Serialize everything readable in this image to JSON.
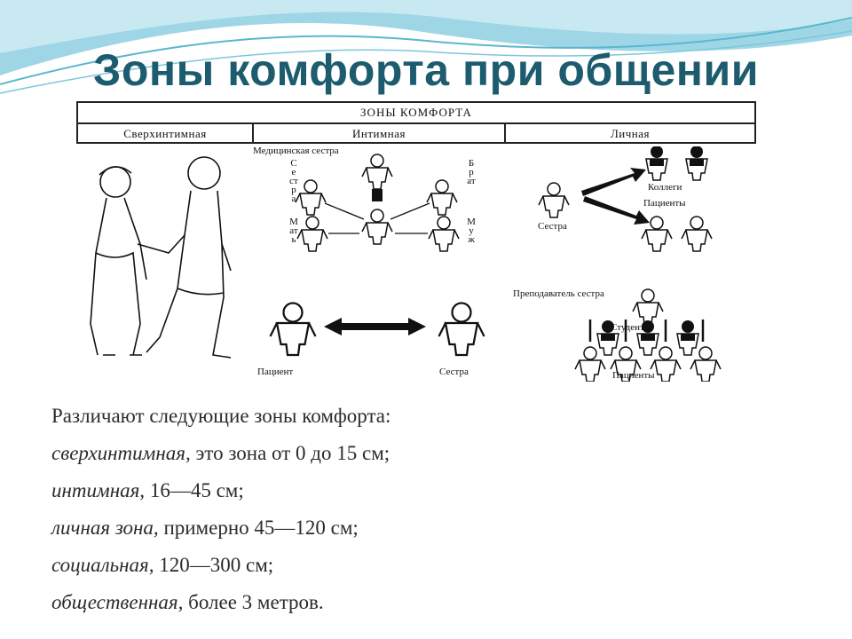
{
  "slide": {
    "title": "Зоны комфорта при общении"
  },
  "table": {
    "header": "ЗОНЫ КОМФОРТА",
    "columns": [
      "Сверхинтимная",
      "Интимная",
      "Личная"
    ]
  },
  "diagram": {
    "medical_sister": "Медицинская сестра",
    "sister_vertical": "Сестра",
    "mother_vertical": "Мать",
    "brother_vertical": "Брат",
    "husband_vertical": "Муж",
    "colleagues": "Коллеги",
    "patients_top": "Пациенты",
    "nurse_right": "Сестра",
    "teacher": "Преподаватель сестра",
    "students": "Студенты",
    "patients_bottom": "Пациенты",
    "patient": "Пациент",
    "nurse_bottom": "Сестра"
  },
  "body": {
    "intro": "Различают следующие зоны комфорта:",
    "lines": [
      {
        "term": "сверхинтимная,",
        "rest": " это зона от 0 до 15 см;"
      },
      {
        "term": " интимная,",
        "rest": " 16—45 см;"
      },
      {
        "term": "личная зона,",
        "rest": " примерно 45—120 см;"
      },
      {
        "term": "социальная,",
        "rest": " 120—300 см;"
      },
      {
        "term": "общественная,",
        "rest": " более 3 метров."
      }
    ]
  }
}
